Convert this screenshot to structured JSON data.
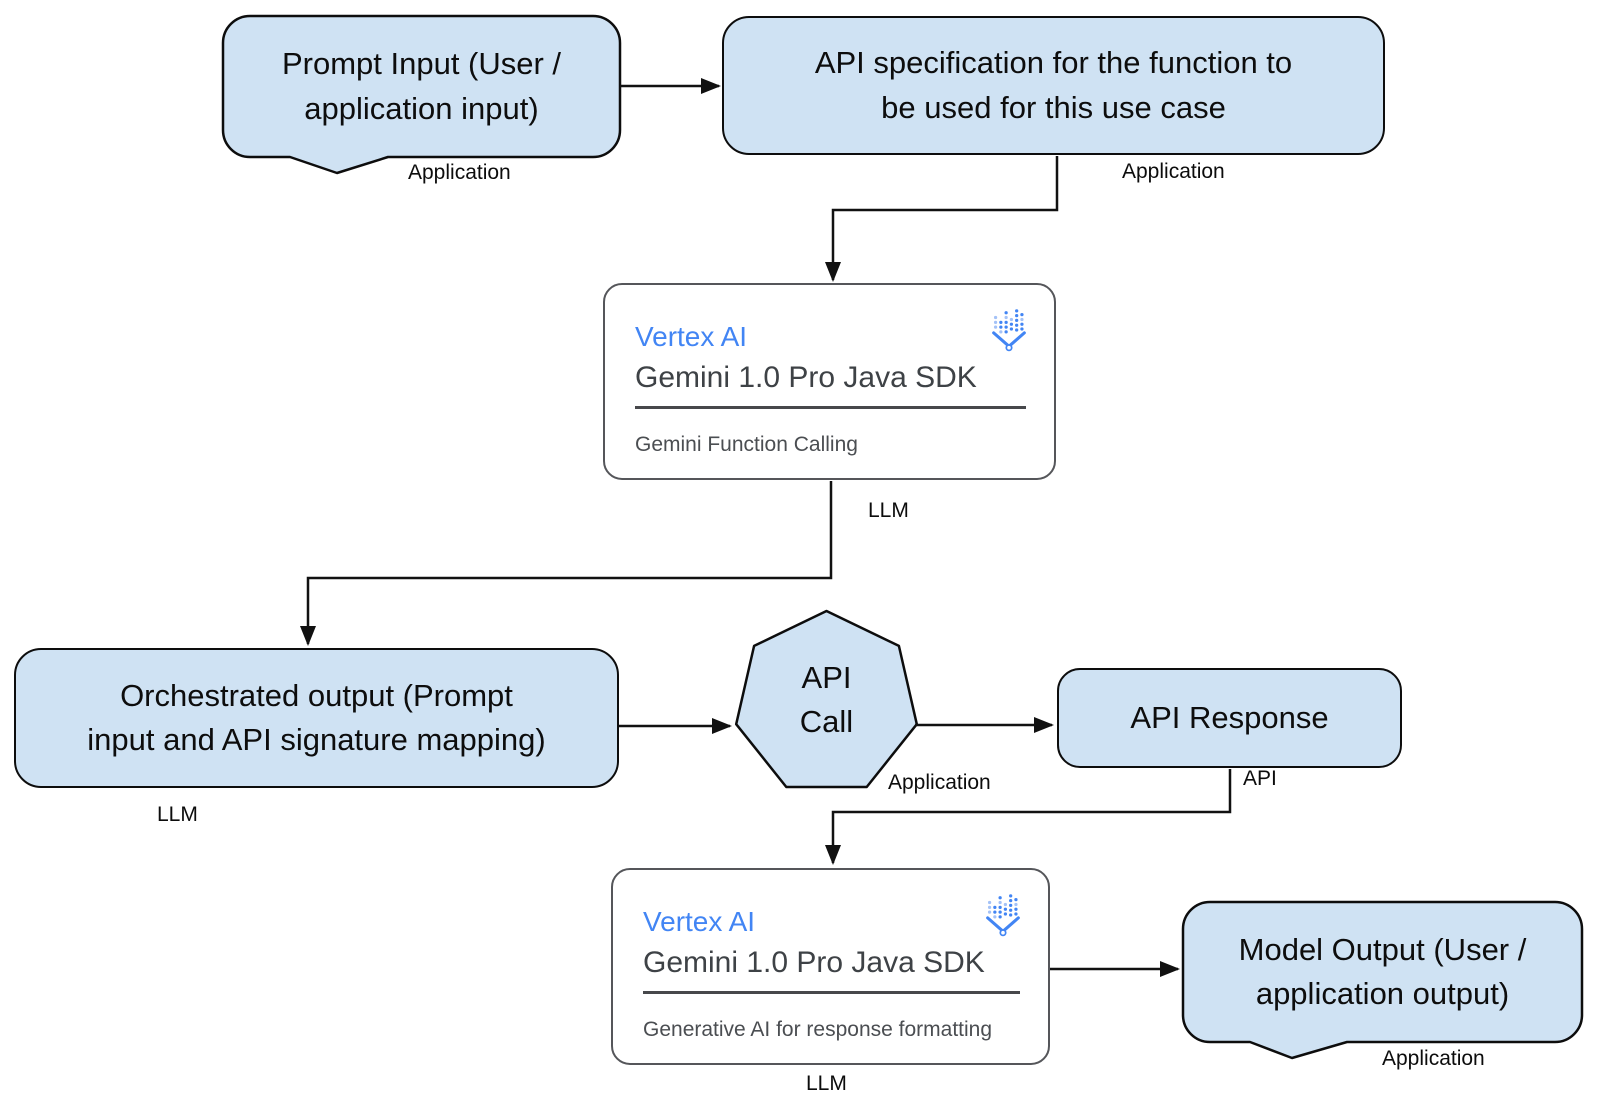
{
  "colors": {
    "node_fill": "#cfe2f3",
    "node_stroke": "#0d0d0d",
    "card_stroke": "#55565a",
    "vertex_blue": "#4285f4",
    "card_text_dark": "#3e4246",
    "card_caption_gray": "#4b4e52",
    "connector": "#111111"
  },
  "nodes": {
    "prompt_input": {
      "label": "Prompt Input (User /\napplication input)",
      "tag": "Application"
    },
    "api_spec": {
      "label": "API specification for the function to\nbe used for this use case",
      "tag": "Application"
    },
    "function_calling_card": {
      "product": "Vertex AI",
      "sdk": "Gemini 1.0 Pro Java SDK",
      "caption": "Gemini Function Calling",
      "tag": "LLM"
    },
    "orchestrated_output": {
      "label": "Orchestrated output (Prompt\ninput and API signature mapping)",
      "tag": "LLM"
    },
    "api_call": {
      "label": "API\nCall",
      "tag": "Application"
    },
    "api_response": {
      "label": "API Response",
      "tag": "API"
    },
    "response_formatting_card": {
      "product": "Vertex AI",
      "sdk": "Gemini 1.0 Pro Java SDK",
      "caption": "Generative AI for response formatting",
      "tag": "LLM"
    },
    "model_output": {
      "label": "Model Output (User /\napplication output)",
      "tag": "Application"
    }
  }
}
